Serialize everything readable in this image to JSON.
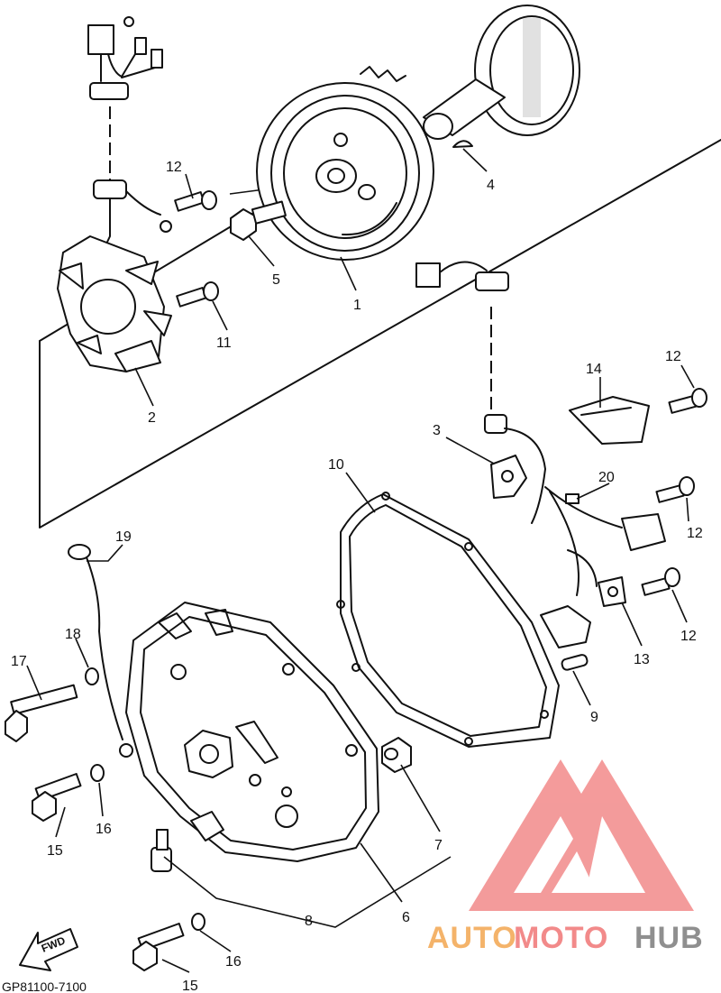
{
  "diagram": {
    "drawing_code": "GP81100-7100",
    "fwd_label": "FWD",
    "callouts": {
      "p1": "1",
      "p2": "2",
      "p3": "3",
      "p4": "4",
      "p5": "5",
      "p6": "6",
      "p7": "7",
      "p8": "8",
      "p9": "9",
      "p10": "10",
      "p11": "11",
      "p12a": "12",
      "p12b": "12",
      "p12c": "12",
      "p12d": "12",
      "p13": "13",
      "p14": "14",
      "p15a": "15",
      "p15b": "15",
      "p16a": "16",
      "p16b": "16",
      "p17": "17",
      "p18": "18",
      "p19": "19",
      "p20": "20"
    }
  },
  "watermark": {
    "word_auto": "AUTO",
    "word_moto": "MOTO",
    "word_hub": "HUB",
    "colors": {
      "auto": "#f4b36a",
      "moto": "#f28a8a",
      "hub": "#8f8f8f",
      "logo": "#f28a8a"
    }
  }
}
